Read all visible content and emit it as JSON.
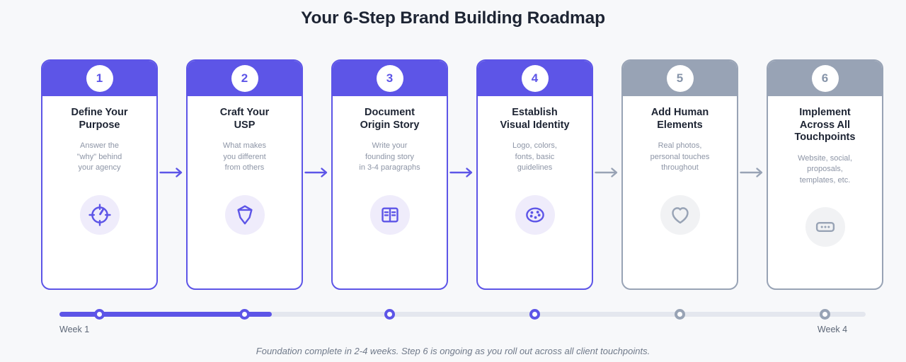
{
  "page": {
    "title": "Your 6-Step Brand Building Roadmap",
    "footer_note": "Foundation complete in 2-4 weeks. Step 6 is ongoing as you roll out across all client touchpoints."
  },
  "colors": {
    "accent": "#5d55e7",
    "accent_soft": "#efecfb",
    "inactive": "#98a3b5",
    "inactive_soft": "#f1f2f4",
    "inactive_number": "#8795aa",
    "heading_text": "#1d2433",
    "description_text": "#8d95a6",
    "track": "#e4e7ee",
    "label_text": "#5d6777",
    "footer_text": "#707a8a",
    "page_background": "#f7f8fa"
  },
  "steps": [
    {
      "number": "1",
      "title": "Define Your\nPurpose",
      "description": "Answer the\n\"why\" behind\nyour agency",
      "icon": "compass-clock-icon",
      "state": "active"
    },
    {
      "number": "2",
      "title": "Craft Your\nUSP",
      "description": "What makes\nyou different\nfrom others",
      "icon": "shield-gem-icon",
      "state": "active"
    },
    {
      "number": "3",
      "title": "Document\nOrigin Story",
      "description": "Write your\nfounding story\nin 3-4 paragraphs",
      "icon": "open-book-icon",
      "state": "active"
    },
    {
      "number": "4",
      "title": "Establish\nVisual Identity",
      "description": "Logo, colors,\nfonts, basic\nguidelines",
      "icon": "palette-icon",
      "state": "active"
    },
    {
      "number": "5",
      "title": "Add Human\nElements",
      "description": "Real photos,\npersonal touches\nthroughout",
      "icon": "heart-icon",
      "state": "upcoming"
    },
    {
      "number": "6",
      "title": "Implement\nAcross All\nTouchpoints",
      "description": "Website, social,\nproposals,\ntemplates, etc.",
      "icon": "ellipsis-box-icon",
      "state": "upcoming"
    }
  ],
  "connectors": [
    {
      "state": "active"
    },
    {
      "state": "active"
    },
    {
      "state": "active"
    },
    {
      "state": "upcoming"
    },
    {
      "state": "upcoming"
    }
  ],
  "timeline": {
    "start_label": "Week 1",
    "end_label": "Week 4",
    "progress_percent": 26.3,
    "milestones": [
      {
        "step": "1",
        "state": "active"
      },
      {
        "step": "2",
        "state": "active"
      },
      {
        "step": "3",
        "state": "active"
      },
      {
        "step": "4",
        "state": "active"
      },
      {
        "step": "5",
        "state": "upcoming"
      },
      {
        "step": "6",
        "state": "upcoming"
      }
    ]
  }
}
